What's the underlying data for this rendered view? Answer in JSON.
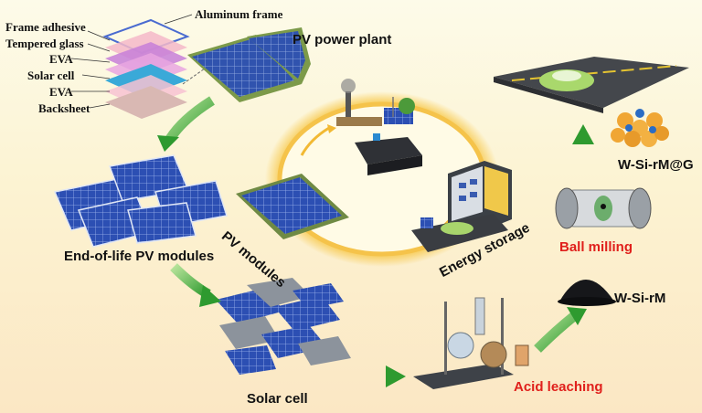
{
  "layers": [
    "Frame adhesive",
    "Tempered glass",
    "EVA",
    "Solar cell",
    "EVA",
    "Backsheet"
  ],
  "aluminum_frame": "Aluminum frame",
  "labels": {
    "pv_power_plant": "PV power plant",
    "end_of_life": "End-of-life PV modules",
    "pv_modules": "PV modules",
    "energy_storage": "Energy storage",
    "solar_cell": "Solar cell",
    "acid_leaching": "Acid leaching",
    "ball_milling": "Ball milling",
    "w_si_rm": "W-Si-rM",
    "w_si_rmg": "W-Si-rM@G"
  },
  "colors": {
    "arrow_green": "#3fae3b",
    "panel_blue": "#2b4fb5",
    "highlight_red": "#e0201c",
    "ring_gold": "#f5c34a"
  }
}
